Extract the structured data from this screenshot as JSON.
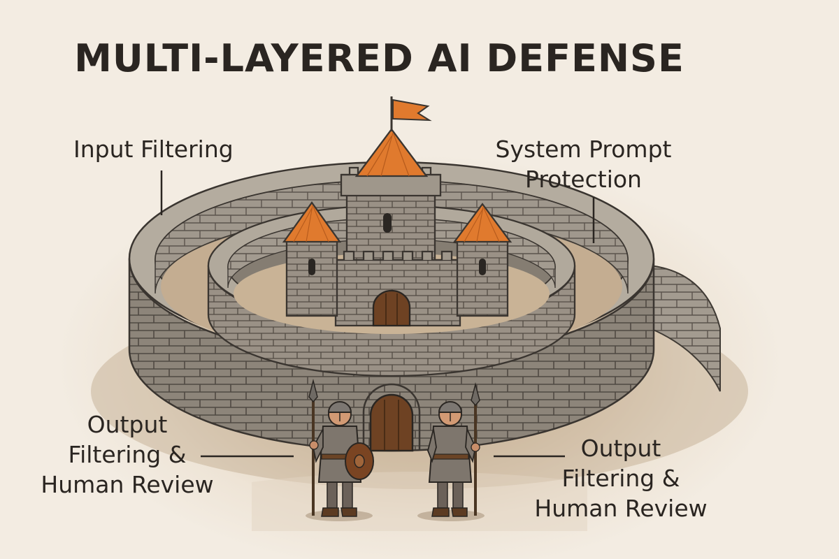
{
  "title": "MULTI-LAYERED AI DEFENSE",
  "labels": {
    "input_filtering": "Input Filtering",
    "system_prompt": [
      "System Prompt",
      "Protection"
    ],
    "output_left": [
      "Output",
      "Filtering &",
      "Human Review"
    ],
    "output_right": [
      "Output",
      "Filtering &",
      "Human Review"
    ]
  },
  "colors": {
    "background": "#f1e9dd",
    "stone": "#8a8176",
    "stone_light": "#a59d92",
    "roof": "#e07a2e",
    "text": "#2a2521"
  },
  "icons": [
    "castle-illustration",
    "flag-icon",
    "guard-figure",
    "shield-icon",
    "spear-icon"
  ]
}
